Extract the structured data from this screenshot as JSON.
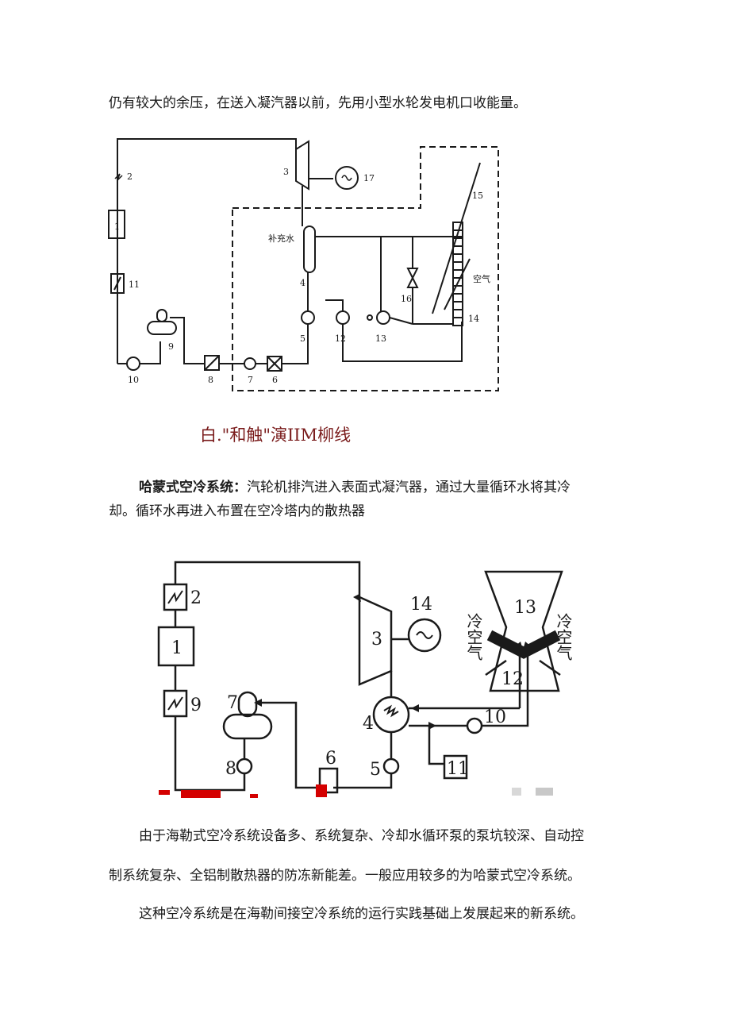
{
  "paragraphs": {
    "intro": "仍有较大的余压，在送入凝汽器以前，先用小型水轮发电机口收能量。",
    "caption1": "白.\"和触\"演IIM柳线",
    "heller_bold": "哈蒙式空冷系统：",
    "heller_line1": "汽轮机排汽进入表面式凝汽器，通过大量循环水将其冷",
    "heller_line2": "却。循环水再进入布置在空冷塔内的散热器",
    "p3_line1": "由于海勒式空冷系统设备多、系统复杂、冷却水循环泵的泵坑较深、自动控",
    "p3_line2": "制系统复杂、全铝制散热器的防冻新能差。一般应用较多的为哈蒙式空冷系统。",
    "p4_line1": "这种空冷系统是在海勒间接空冷系统的运行实践基础上发展起来的新系统。"
  },
  "diagram1": {
    "labels": {
      "n1": "1",
      "n2": "2",
      "n3": "3",
      "n4": "4",
      "n5": "5",
      "n6": "6",
      "n7": "7",
      "n8": "8",
      "n9": "9",
      "n10": "10",
      "n11": "11",
      "n12": "12",
      "n13": "13",
      "n14": "14",
      "n15": "15",
      "n16": "16",
      "n17": "17",
      "water": "补充水",
      "air": "空气"
    }
  },
  "diagram2": {
    "labels": {
      "n1": "1",
      "n2": "2",
      "n3": "3",
      "n4": "4",
      "n5": "5",
      "n6": "6",
      "n7": "7",
      "n8": "8",
      "n9": "9",
      "n10": "10",
      "n11": "11",
      "n12": "12",
      "n13": "13",
      "n14": "14",
      "air_left": "冷空气",
      "air_right": "冷空气"
    }
  }
}
